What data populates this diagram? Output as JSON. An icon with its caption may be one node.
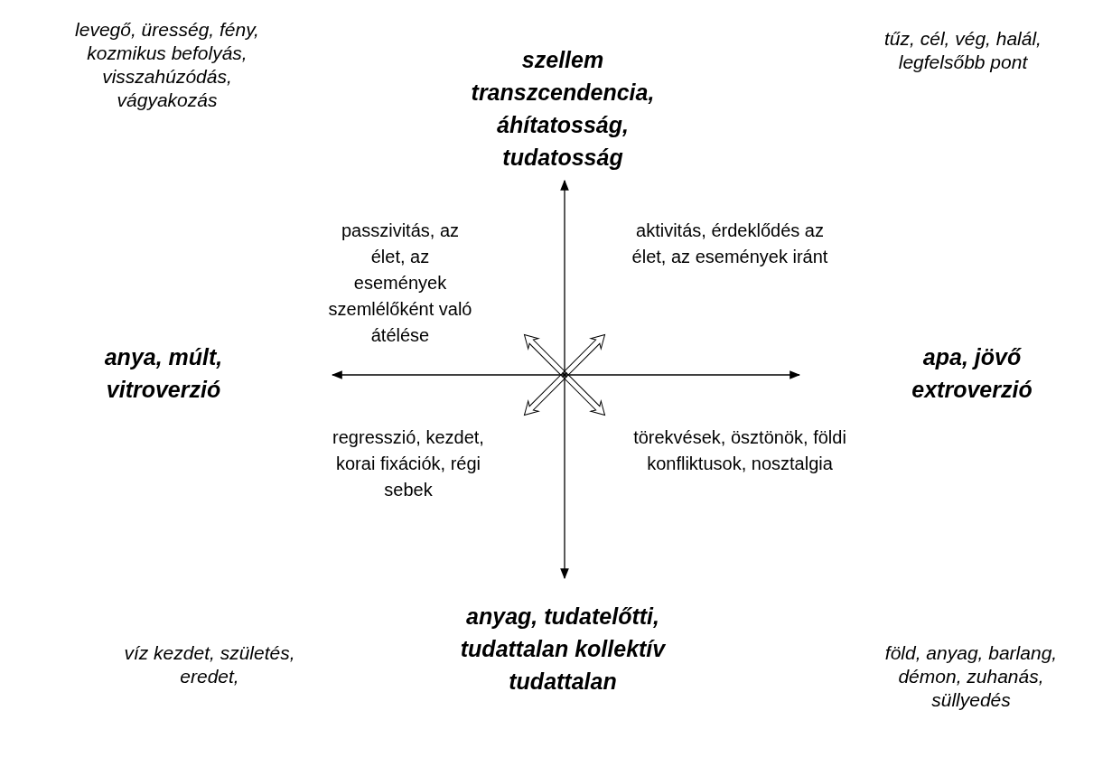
{
  "diagram": {
    "labels": [
      "levegő, üresség, fény, kozmikus befolyás, visszahúzódás, vágyakozás",
      "szellem transzcendencia, áhítatosság, tudatosság",
      "tűz, cél, vég, halál, legfelsőbb pont",
      "passzivitás, az élet, az események szemlélőként való átélése",
      "aktivitás, érdeklődés az élet, az események iránt",
      "anya, múlt, vitroverzió",
      "apa, jövő extroverzió",
      "regresszió, kezdet, korai fixációk, régi sebek",
      "törekvések, ösztönök, földi konfliktusok, nosztalgia",
      "anyag, tudatelőtti, tudattalan kollektív tudattalan",
      "víz kezdet, születés, eredet,",
      "föld, anyag, barlang, démon, zuhanás, süllyedés"
    ]
  }
}
